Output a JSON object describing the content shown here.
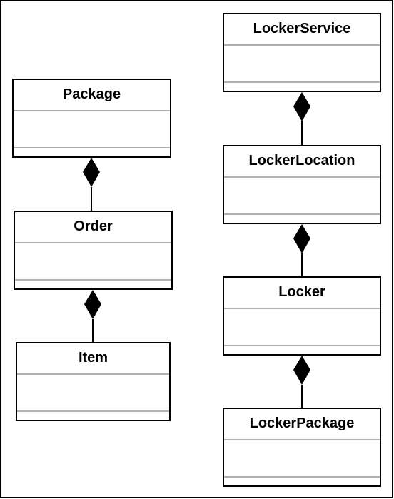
{
  "diagram": {
    "classes": [
      {
        "id": "package",
        "name": "Package"
      },
      {
        "id": "order",
        "name": "Order"
      },
      {
        "id": "item",
        "name": "Item"
      },
      {
        "id": "locker-service",
        "name": "LockerService"
      },
      {
        "id": "locker-location",
        "name": "LockerLocation"
      },
      {
        "id": "locker",
        "name": "Locker"
      },
      {
        "id": "locker-package",
        "name": "LockerPackage"
      }
    ],
    "relations": [
      {
        "type": "composition",
        "whole": "Package",
        "part": "Order"
      },
      {
        "type": "composition",
        "whole": "Order",
        "part": "Item"
      },
      {
        "type": "composition",
        "whole": "LockerService",
        "part": "LockerLocation"
      },
      {
        "type": "composition",
        "whole": "LockerLocation",
        "part": "Locker"
      },
      {
        "type": "composition",
        "whole": "Locker",
        "part": "LockerPackage"
      }
    ]
  }
}
